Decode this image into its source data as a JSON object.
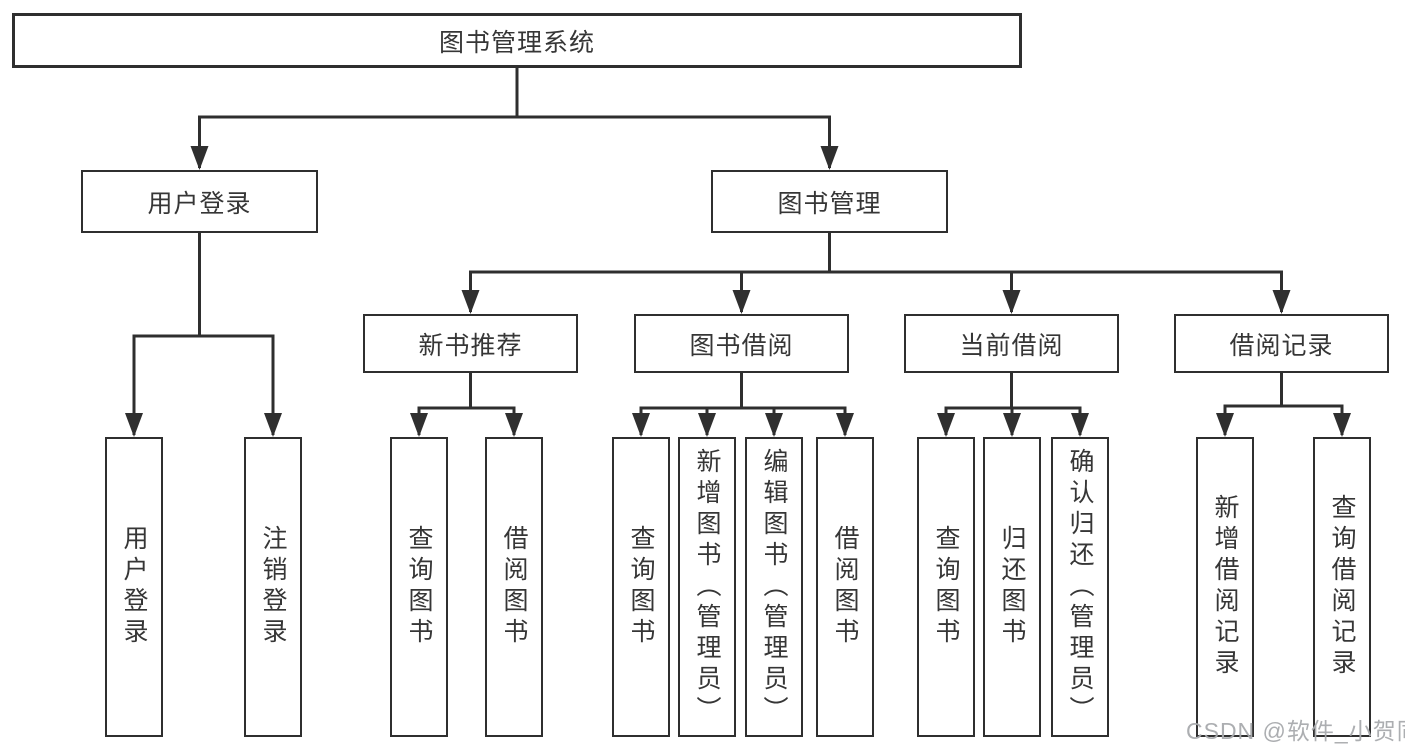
{
  "diagram": {
    "root": {
      "label": "图书管理系统"
    },
    "branches": [
      {
        "label": "用户登录",
        "children": [
          {
            "label": "用户登录"
          },
          {
            "label": "注销登录"
          }
        ]
      },
      {
        "label": "图书管理",
        "children": [
          {
            "label": "新书推荐",
            "children": [
              {
                "label": "查询图书"
              },
              {
                "label": "借阅图书"
              }
            ]
          },
          {
            "label": "图书借阅",
            "children": [
              {
                "label": "查询图书"
              },
              {
                "label": "新增图书（管理员）"
              },
              {
                "label": "编辑图书（管理员）"
              },
              {
                "label": "借阅图书"
              }
            ]
          },
          {
            "label": "当前借阅",
            "children": [
              {
                "label": "查询图书"
              },
              {
                "label": "归还图书"
              },
              {
                "label": "确认归还（管理员）"
              }
            ]
          },
          {
            "label": "借阅记录",
            "children": [
              {
                "label": "新增借阅记录"
              },
              {
                "label": "查询借阅记录"
              }
            ]
          }
        ]
      }
    ],
    "watermark": "CSDN @软件_小贺同学",
    "colors": {
      "line": "#2f2f2f",
      "text": "#363636",
      "watermark": "#a8aaad",
      "background": "#ffffff"
    }
  }
}
